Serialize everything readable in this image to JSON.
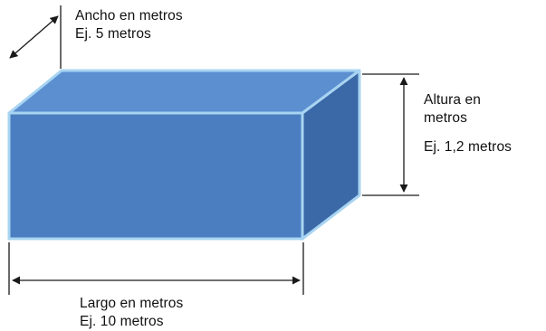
{
  "diagram": {
    "width_label": {
      "line1": "Ancho en metros",
      "line2": "Ej. 5 metros"
    },
    "height_label": {
      "line1": "Altura en",
      "line2": "metros",
      "line3": "Ej. 1,2 metros"
    },
    "length_label": {
      "line1": "Largo en metros",
      "line2": "Ej. 10 metros"
    },
    "colors": {
      "front_face": "#4a7ec0",
      "top_face": "#5b8fd0",
      "side_face": "#3b68a6",
      "edge": "#a8d4f2",
      "dimension_line": "#1a1a1a"
    }
  }
}
